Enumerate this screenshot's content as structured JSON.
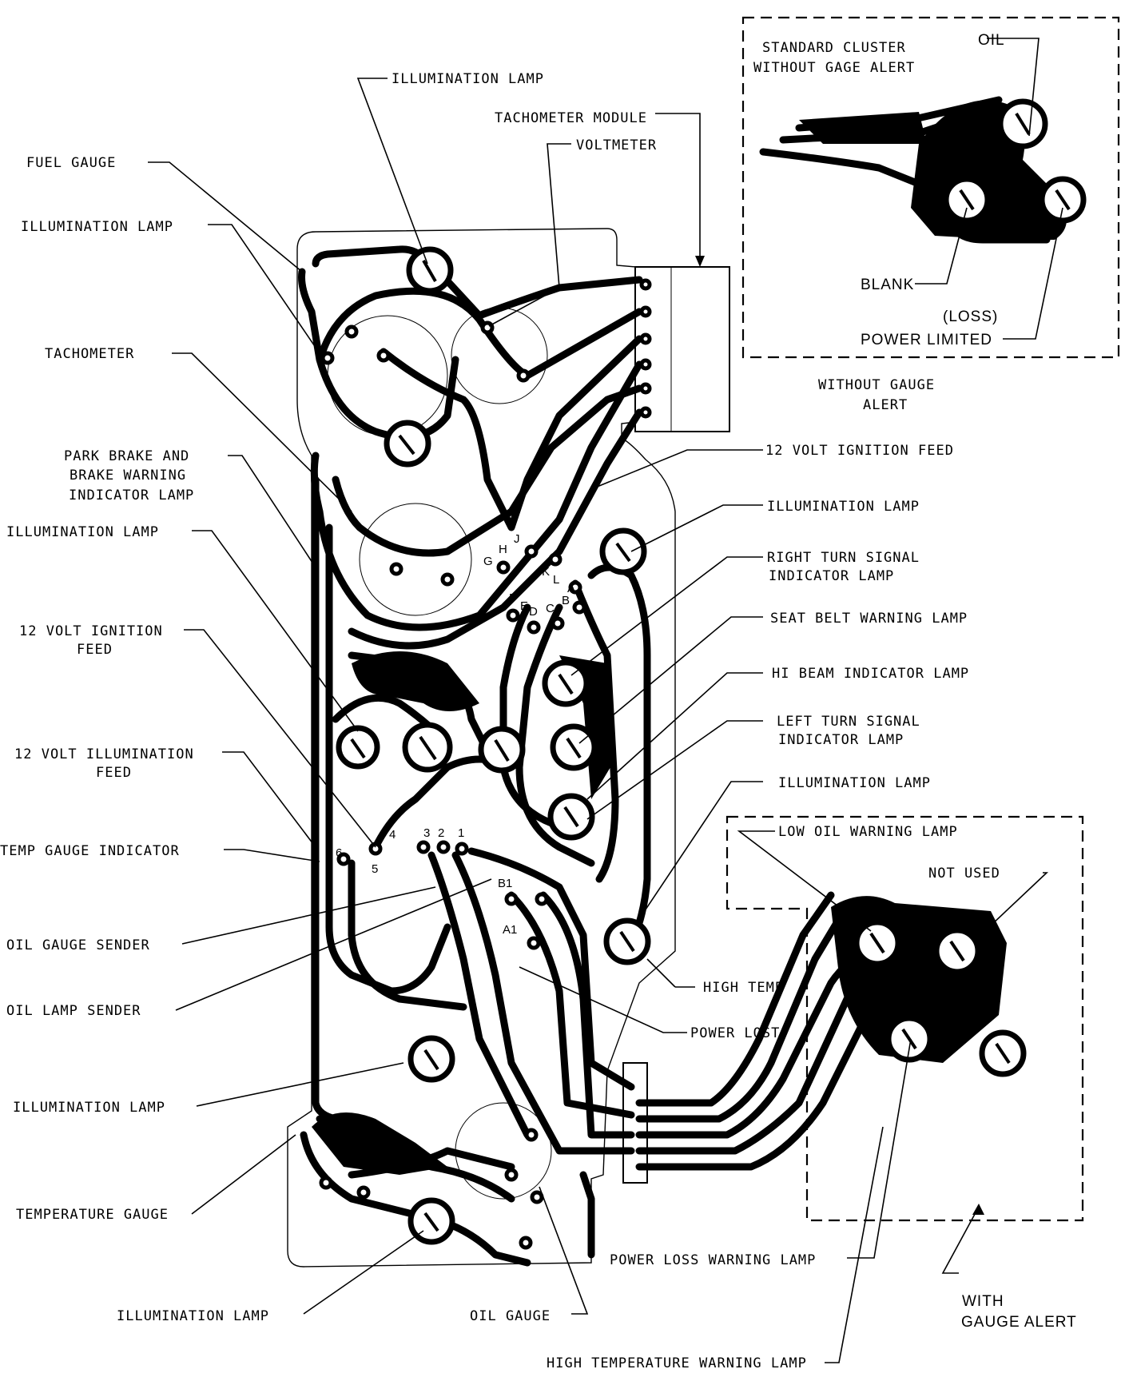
{
  "labels": {
    "illumination_lamp_top": "ILLUMINATION LAMP",
    "tachometer_module": "TACHOMETER MODULE",
    "voltmeter": "VOLTMETER",
    "fuel_gauge": "FUEL GAUGE",
    "illumination_lamp_left1": "ILLUMINATION LAMP",
    "tachometer": "TACHOMETER",
    "park_brake_1": "PARK BRAKE AND",
    "park_brake_2": "BRAKE WARNING",
    "park_brake_3": "INDICATOR LAMP",
    "illumination_lamp_left2": "ILLUMINATION LAMP",
    "ignition_feed_left_1": "12 VOLT IGNITION",
    "ignition_feed_left_2": "FEED",
    "illumination_feed_1": "12 VOLT ILLUMINATION",
    "illumination_feed_2": "FEED",
    "temp_gauge_indicator": "TEMP GAUGE INDICATOR",
    "oil_gauge_sender": "OIL GAUGE SENDER",
    "oil_lamp_sender": "OIL LAMP SENDER",
    "illumination_lamp_left3": "ILLUMINATION LAMP",
    "temperature_gauge": "TEMPERATURE GAUGE",
    "illumination_lamp_bottom": "ILLUMINATION LAMP",
    "oil_gauge": "OIL GAUGE",
    "high_temp_warning_lamp": "HIGH TEMPERATURE WARNING LAMP",
    "power_loss_warning_lamp": "POWER LOSS WARNING LAMP",
    "ignition_feed_right": "12 VOLT IGNITION FEED",
    "illumination_lamp_right1": "ILLUMINATION LAMP",
    "right_turn_1": "RIGHT TURN SIGNAL",
    "right_turn_2": "INDICATOR LAMP",
    "seat_belt": "SEAT BELT WARNING LAMP",
    "hi_beam": "HI BEAM INDICATOR LAMP",
    "left_turn_1": "LEFT TURN SIGNAL",
    "left_turn_2": "INDICATOR LAMP",
    "illumination_lamp_right2": "ILLUMINATION LAMP",
    "high_temp": "HIGH TEMP",
    "power_lost": "POWER LOST",
    "low_oil_warning_lamp": "LOW OIL WARNING LAMP",
    "not_used": "NOT USED",
    "with_1": "WITH",
    "with_2": "GAUGE ALERT",
    "standard_cluster_1": "STANDARD CLUSTER",
    "standard_cluster_2": "WITHOUT GAGE ALERT",
    "oil": "OIL",
    "blank": "BLANK",
    "loss": "(LOSS)",
    "power_limited": "POWER LIMITED",
    "without_1": "WITHOUT GAUGE",
    "without_2": "ALERT"
  },
  "pins": {
    "G": "G",
    "H": "H",
    "J": "J",
    "K": "K",
    "L": "L",
    "A": "A",
    "B": "B",
    "C": "C",
    "D": "D",
    "E": "E",
    "F": "F",
    "p1": "1",
    "p2": "2",
    "p3": "3",
    "p4": "4",
    "p5": "5",
    "p6": "6",
    "B1": "B1",
    "A1": "A1"
  }
}
